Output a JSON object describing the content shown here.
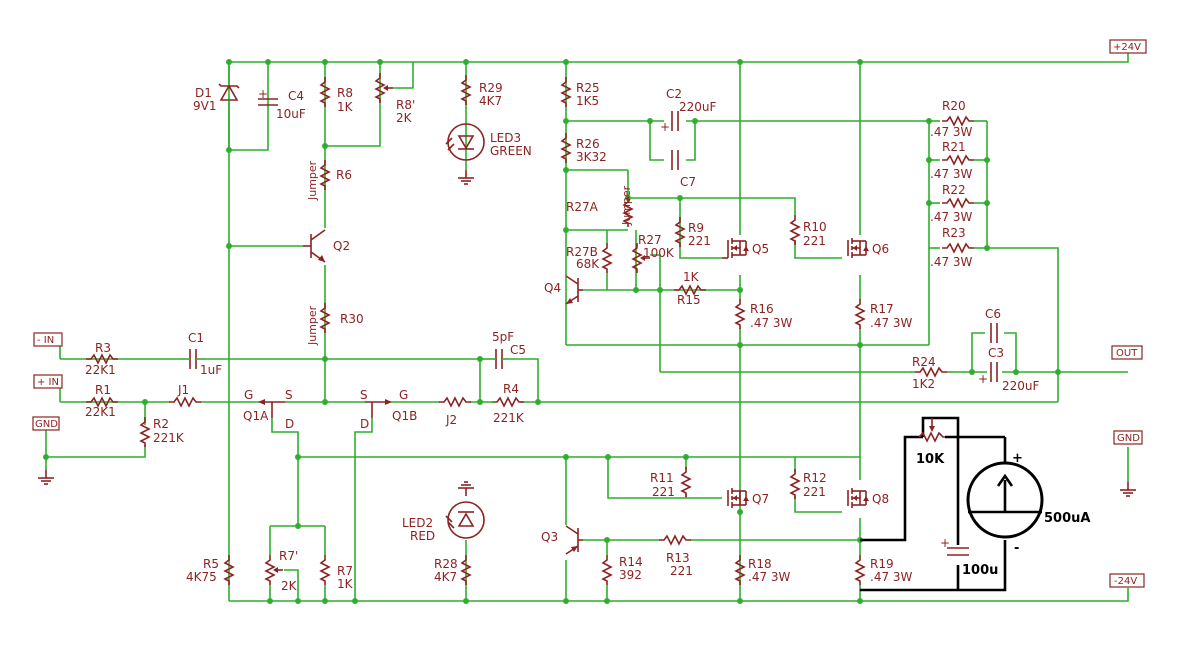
{
  "ports": {
    "vpos": "+24V",
    "vneg": "-24V",
    "in_neg": "- IN",
    "in_pos": "+ IN",
    "gnd1": "GND",
    "gnd2": "GND",
    "out": "OUT"
  },
  "components": {
    "d1": {
      "name": "D1",
      "value": "9V1"
    },
    "c4": {
      "name": "C4",
      "value": "10uF"
    },
    "r8": {
      "name": "R8",
      "value": "1K"
    },
    "r8p": {
      "name": "R8'",
      "value": "2K"
    },
    "r29": {
      "name": "R29",
      "value": "4K7"
    },
    "led3": {
      "name": "LED3",
      "value": "GREEN"
    },
    "r25": {
      "name": "R25",
      "value": "1K5"
    },
    "c2": {
      "name": "C2",
      "value": "220uF"
    },
    "c7": {
      "name": "C7"
    },
    "r26": {
      "name": "R26",
      "value": "3K32"
    },
    "r20": {
      "name": "R20",
      "value": ".47 3W"
    },
    "r21": {
      "name": "R21",
      "value": ".47 3W"
    },
    "r22": {
      "name": "R22",
      "value": ".47 3W"
    },
    "r23": {
      "name": "R23",
      "value": ".47 3W"
    },
    "r6": {
      "name": "R6",
      "jumper": "Jumper"
    },
    "q2": {
      "name": "Q2"
    },
    "r27a": {
      "name": "R27A",
      "jumper": "Jumper"
    },
    "r27b": {
      "name": "R27B",
      "value": "68K"
    },
    "r27": {
      "name": "R27",
      "value": "100K"
    },
    "r9": {
      "name": "R9",
      "value": "221"
    },
    "q5": {
      "name": "Q5"
    },
    "r10": {
      "name": "R10",
      "value": "221"
    },
    "q6": {
      "name": "Q6"
    },
    "q4": {
      "name": "Q4"
    },
    "r15": {
      "name": "R15",
      "value": "1K"
    },
    "r16": {
      "name": "R16",
      "value": ".47 3W"
    },
    "r17": {
      "name": "R17",
      "value": ".47 3W"
    },
    "r30": {
      "name": "R30",
      "jumper": "Jumper"
    },
    "c6": {
      "name": "C6"
    },
    "c3": {
      "name": "C3",
      "value": "220uF"
    },
    "r24": {
      "name": "R24",
      "value": "1K2"
    },
    "r3": {
      "name": "R3",
      "value": "22K1"
    },
    "c1": {
      "name": "C1",
      "value": "1uF"
    },
    "c5": {
      "name": "C5",
      "value": "5pF"
    },
    "r1": {
      "name": "R1",
      "value": "22K1"
    },
    "j1": {
      "name": "J1"
    },
    "q1a": {
      "name": "Q1A",
      "g": "G",
      "s": "S",
      "d": "D"
    },
    "q1b": {
      "name": "Q1B",
      "g": "G",
      "s": "S",
      "d": "D"
    },
    "j2": {
      "name": "J2"
    },
    "r4": {
      "name": "R4",
      "value": "221K"
    },
    "r2": {
      "name": "R2",
      "value": "221K"
    },
    "r11": {
      "name": "R11",
      "value": "221"
    },
    "q7": {
      "name": "Q7"
    },
    "r12": {
      "name": "R12",
      "value": "221"
    },
    "q8": {
      "name": "Q8"
    },
    "led2": {
      "name": "LED2",
      "value": "RED"
    },
    "q3": {
      "name": "Q3"
    },
    "r5": {
      "name": "R5",
      "value": "4K75"
    },
    "r7p": {
      "name": "R7'",
      "value": "2K"
    },
    "r7": {
      "name": "R7",
      "value": "1K"
    },
    "r28": {
      "name": "R28",
      "value": "4K7"
    },
    "r14": {
      "name": "R14",
      "value": "392"
    },
    "r13": {
      "name": "R13",
      "value": "221"
    },
    "r18": {
      "name": "R18",
      "value": ".47 3W"
    },
    "r19": {
      "name": "R19",
      "value": ".47 3W"
    }
  },
  "meter_circuit": {
    "pot": "10K",
    "meter": "500uA",
    "cap": "100u",
    "plus": "+",
    "minus": "-"
  },
  "colors": {
    "wire": "#2fae2f",
    "part": "#8b2323",
    "annotation": "#000000"
  }
}
